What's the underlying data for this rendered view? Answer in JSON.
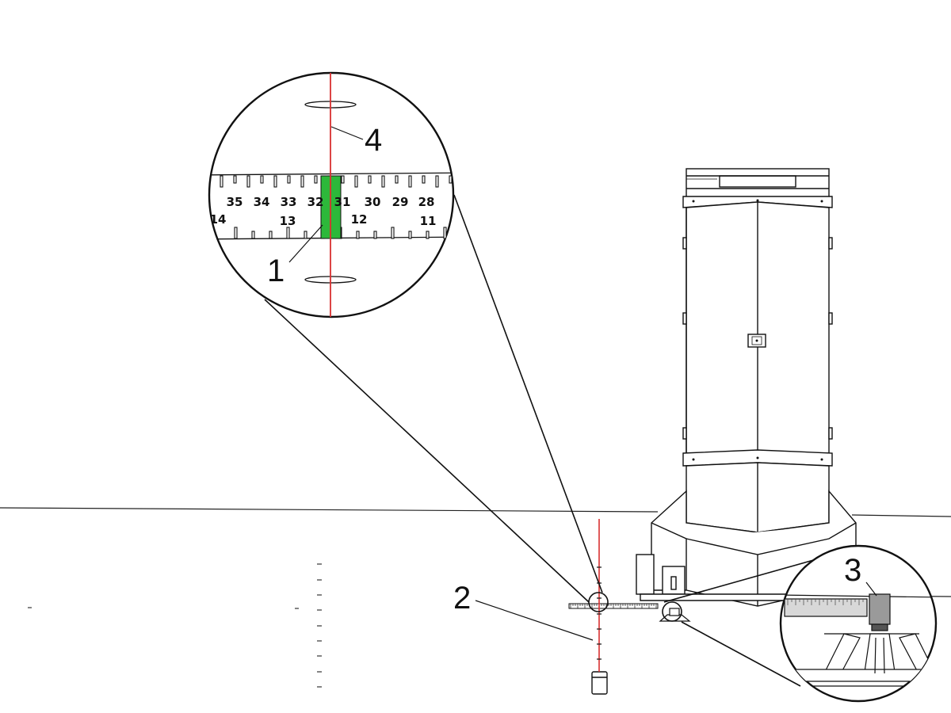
{
  "callouts": {
    "c1": "1",
    "c2": "2",
    "c3": "3",
    "c4": "4"
  },
  "scale": {
    "top": [
      "35",
      "34",
      "33",
      "32",
      "31",
      "30",
      "29",
      "28"
    ],
    "bottom": [
      "14",
      "13",
      "12",
      "11"
    ]
  },
  "colors": {
    "laser": "#d93030",
    "indicator": "#2db83a",
    "line": "#111111",
    "sensor": "#9a9a9a"
  }
}
